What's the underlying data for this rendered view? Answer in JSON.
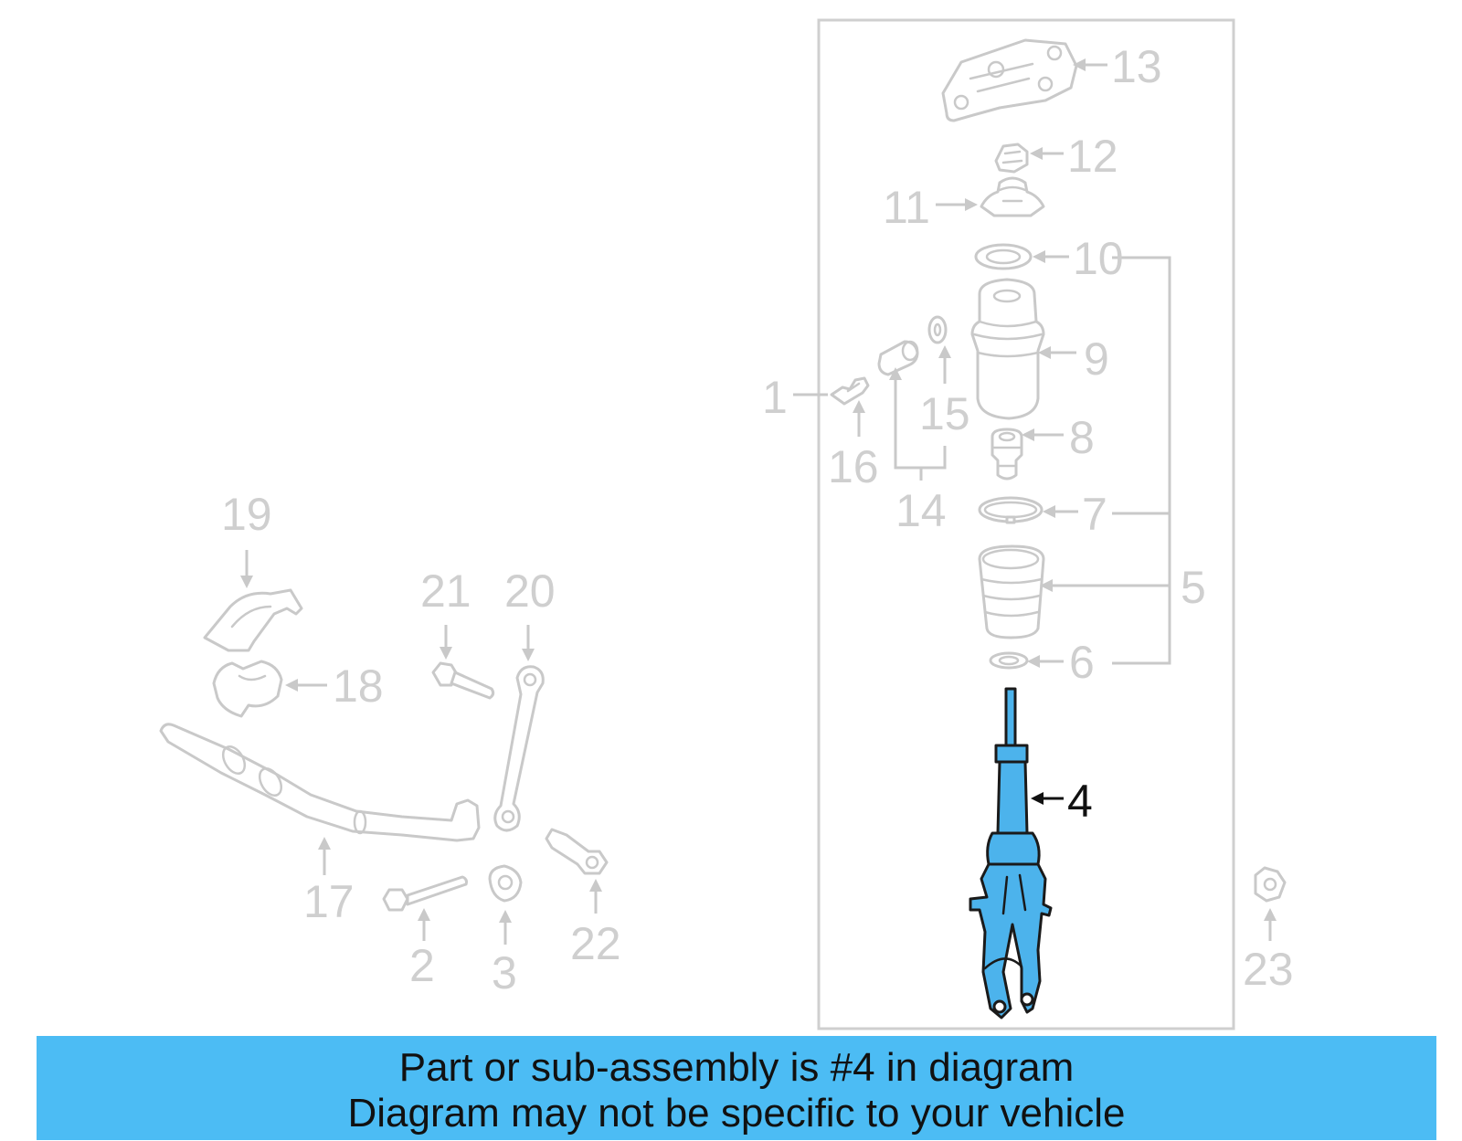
{
  "highlighted_part": "4",
  "colors": {
    "highlight": "#4cb3ec",
    "banner": "#4cbcf4",
    "greyed": "#c9c9c9",
    "callout_text": "#cfcfcf",
    "active_text": "#111111"
  },
  "callouts": {
    "c1": "1",
    "c2": "2",
    "c3": "3",
    "c4": "4",
    "c5": "5",
    "c6": "6",
    "c7": "7",
    "c8": "8",
    "c9": "9",
    "c10": "10",
    "c11": "11",
    "c12": "12",
    "c13": "13",
    "c14": "14",
    "c15": "15",
    "c16": "16",
    "c17": "17",
    "c18": "18",
    "c19": "19",
    "c20": "20",
    "c21": "21",
    "c22": "22",
    "c23": "23"
  },
  "banner": {
    "line1": "Part or sub-assembly is #4 in diagram",
    "line2": "Diagram may not be specific to your vehicle"
  }
}
